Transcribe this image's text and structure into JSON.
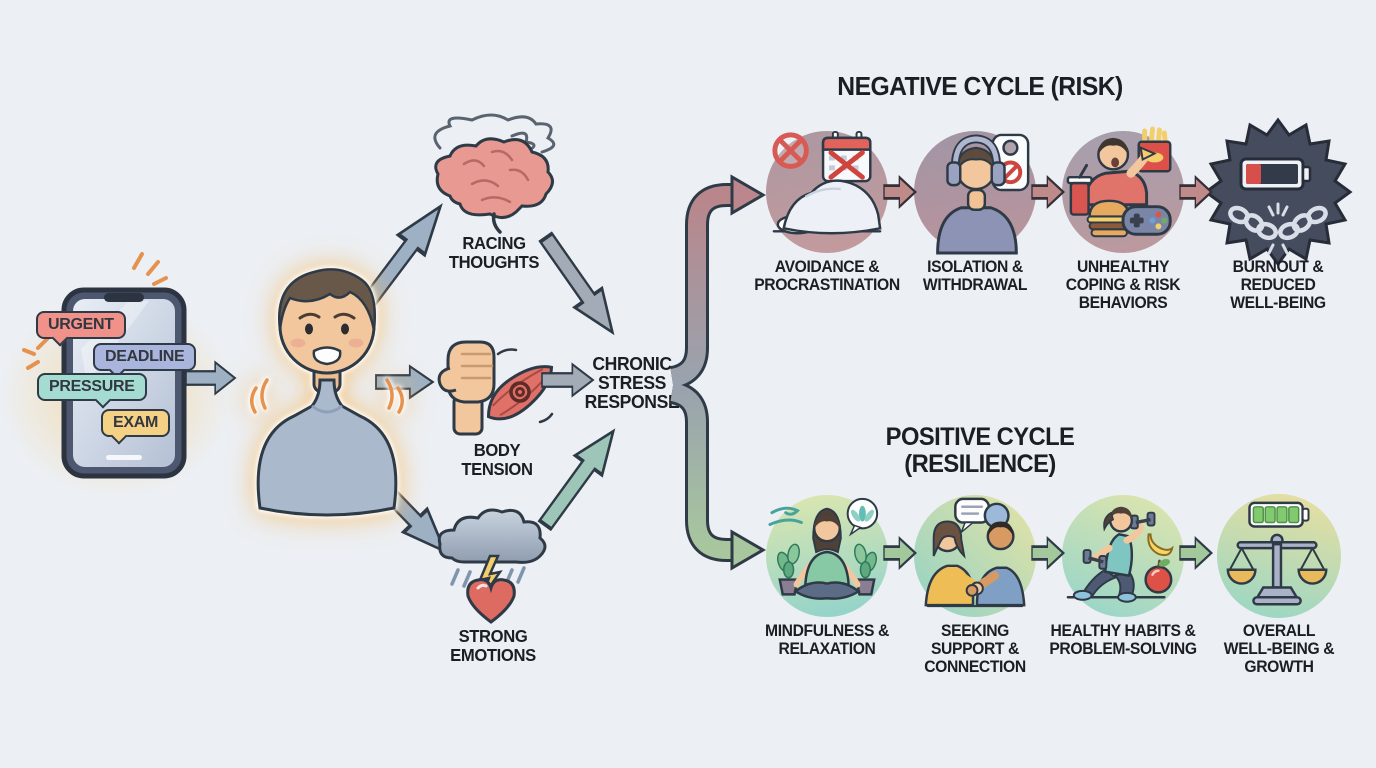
{
  "background_color": "#eceff3",
  "stressors": {
    "icon": "smartphone-notifications-icon",
    "bubbles": [
      {
        "label": "URGENT",
        "color": "#f0918a"
      },
      {
        "label": "DEADLINE",
        "color": "#aab5dd"
      },
      {
        "label": "PRESSURE",
        "color": "#a4dcd2"
      },
      {
        "label": "EXAM",
        "color": "#f5d186"
      }
    ]
  },
  "person": {
    "icon": "stressed-person-icon"
  },
  "responses": [
    {
      "label": "RACING THOUGHTS",
      "icon": "brain-scribbles-icon"
    },
    {
      "label": "BODY TENSION",
      "icon": "fist-muscle-knot-icon"
    },
    {
      "label": "STRONG EMOTIONS",
      "icon": "storm-cloud-heart-icon"
    }
  ],
  "hub": {
    "label": "CHRONIC STRESS RESPONSE"
  },
  "negative_cycle": {
    "title": "NEGATIVE CYCLE (RISK)",
    "arrow_color": "#bf8a8a",
    "steps": [
      {
        "label": "AVOIDANCE & PROCRASTINATION",
        "icon": "hiding-under-blanket-icon"
      },
      {
        "label": "ISOLATION & WITHDRAWAL",
        "icon": "headphones-do-not-disturb-icon"
      },
      {
        "label": "UNHEALTHY COPING & RISK BEHAVIORS",
        "icon": "junk-food-gaming-icon"
      },
      {
        "label": "BURNOUT & REDUCED WELL-BEING",
        "icon": "empty-battery-broken-chains-icon"
      }
    ]
  },
  "positive_cycle": {
    "title": "POSITIVE CYCLE",
    "subtitle": "(RESILIENCE)",
    "arrow_color": "#a3c89b",
    "steps": [
      {
        "label": "MINDFULNESS & RELAXATION",
        "icon": "meditation-plants-icon"
      },
      {
        "label": "SEEKING SUPPORT & CONNECTION",
        "icon": "handshake-support-icon"
      },
      {
        "label": "HEALTHY HABITS & PROBLEM-SOLVING",
        "icon": "exercise-healthy-food-icon"
      },
      {
        "label": "OVERALL WELL-BEING & GROWTH",
        "icon": "full-battery-balance-scale-icon"
      }
    ]
  }
}
